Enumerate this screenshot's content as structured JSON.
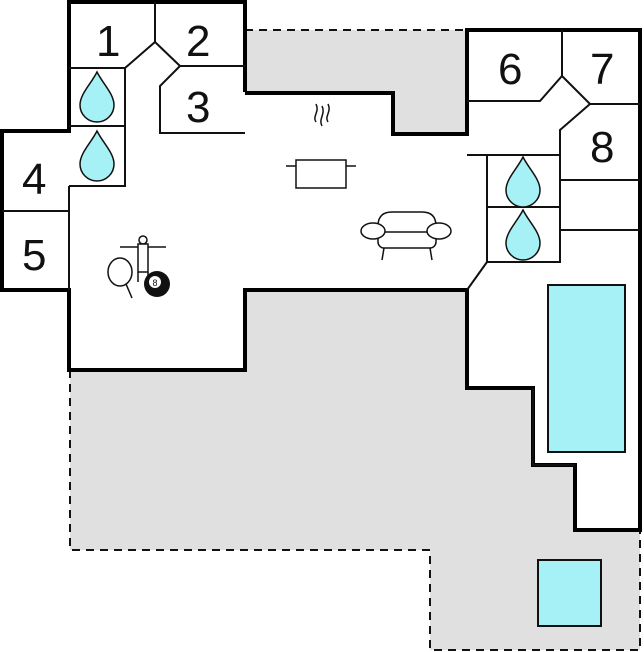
{
  "floorplan": {
    "rooms": [
      {
        "id": "1",
        "label": "1",
        "type": "bedroom"
      },
      {
        "id": "2",
        "label": "2",
        "type": "bedroom"
      },
      {
        "id": "3",
        "label": "3",
        "type": "bedroom"
      },
      {
        "id": "4",
        "label": "4",
        "type": "bedroom"
      },
      {
        "id": "5",
        "label": "5",
        "type": "bedroom"
      },
      {
        "id": "6",
        "label": "6",
        "type": "bedroom"
      },
      {
        "id": "7",
        "label": "7",
        "type": "bedroom"
      },
      {
        "id": "8",
        "label": "8",
        "type": "bedroom"
      }
    ],
    "icons": [
      "water-drop-icon",
      "cooking-pot-icon",
      "sofa-icon",
      "table-football-icon",
      "table-tennis-icon",
      "billiard-ball-icon"
    ],
    "billiard_ball_number": "8",
    "colors": {
      "wall": "#000000",
      "terrace": "#e0e0e0",
      "water": "#a6f1f6",
      "room": "#ffffff"
    }
  }
}
